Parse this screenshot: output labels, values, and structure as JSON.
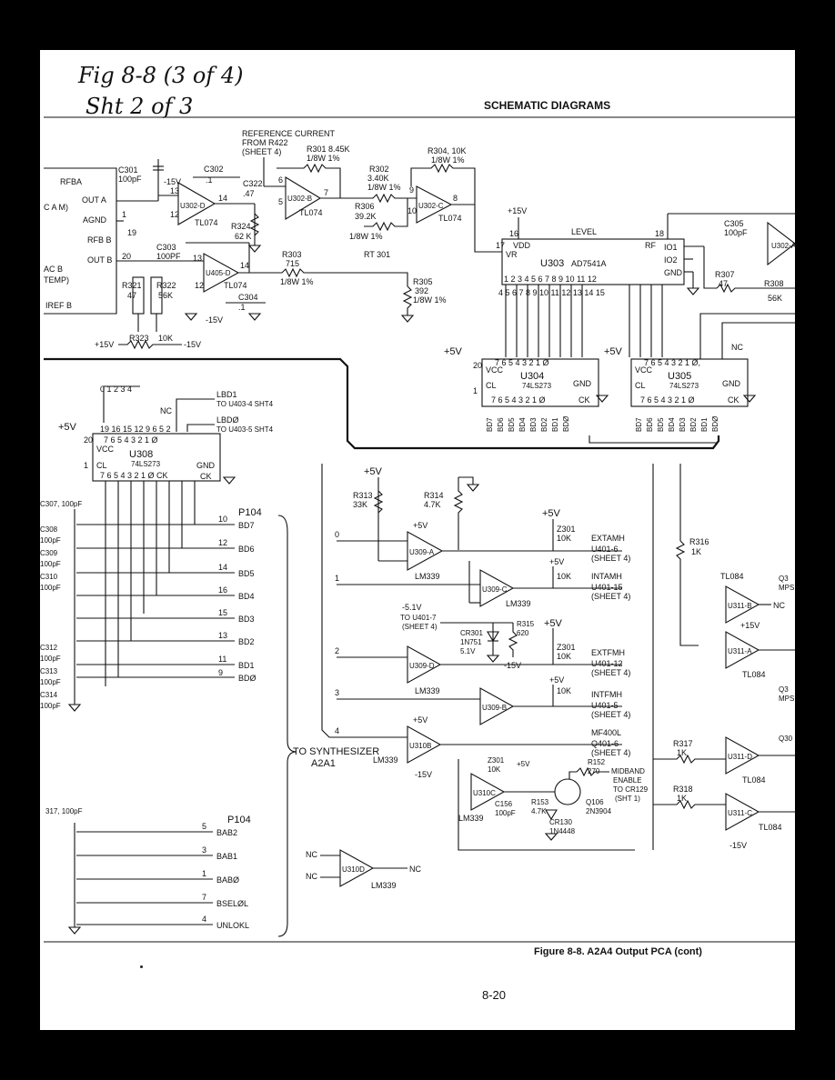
{
  "header": {
    "handwritten_line1": "Fig 8-8 (3 of 4)",
    "handwritten_line2": "Sht 2 of 3",
    "section_title": "SCHEMATIC DIAGRAMS"
  },
  "footer": {
    "figure_caption": "Figure 8-8. A2A4 Output PCA (cont)",
    "page_number": "8-20"
  },
  "schematic": {
    "reference_current": "REFERENCE CURRENT",
    "from_r422": "FROM R422",
    "sheet4": "(SHEET 4)",
    "u302d": "U302-D",
    "u302b": "U302-B",
    "u302c": "U302-C",
    "u405d": "U405-D",
    "tl074": "TL074",
    "c301": "C301",
    "c301v": "100pF",
    "c302": "C302",
    "c302v": ".1",
    "c303": "C303",
    "c303v": "100PF",
    "c304": "C304",
    "c304v": ".1",
    "c322": "C322",
    "c322v": ".47",
    "c305": "C305",
    "c305v": "100pF",
    "r301": "R301 8.45K",
    "r301w": "1/8W 1%",
    "r302": "R302",
    "r302v": "3.40K",
    "r302w": "1/8W 1%",
    "r304": "R304, 10K",
    "r304w": "1/8W 1%",
    "r303": "R303",
    "r303v": "715",
    "r303w": "1/8W 1%",
    "r306": "R306",
    "r306v": "39.2K",
    "r306w": "1/8W 1%",
    "rt301": "RT 301",
    "r305": "R305",
    "r305v": "392",
    "r305w": "1/8W 1%",
    "r324": "R324",
    "r324v": "62 K",
    "r321": "R321",
    "r321v": "47",
    "r322": "R322",
    "r322v": "56K",
    "r323": "R323",
    "r323v": "10K",
    "r307": "R307",
    "r307v": "47",
    "r308": "R308",
    "r308v": "56K",
    "plus15v": "+15V",
    "minus15v": "-15V",
    "plus5v": "+5V",
    "rfba": "RFBA",
    "outa": "OUT A",
    "agnd": "AGND",
    "rfbb": "RFB B",
    "outb": "OUT B",
    "irefb": "IREF B",
    "ica_m": "C A M)",
    "acb": "AC B",
    "temp": "TEMP)",
    "level": "LEVEL",
    "u303": "U303",
    "ad7541a": "AD7541A",
    "vdd": "VDD",
    "vr": "VR",
    "rf": "RF",
    "io1": "IO1",
    "io2": "IO2",
    "gnd": "GND",
    "vcc": "VCC",
    "cl": "CL",
    "ck": "CK",
    "u304": "U304",
    "u305": "U305",
    "u308": "U308",
    "ls273": "74LS273",
    "nc": "NC",
    "lbd1": "LBD1",
    "lbd1_to": "TO U403-4 SHT4",
    "lbd0": "LBDØ",
    "lbd0_to": "TO U403-5 SHT4",
    "p104": "P104",
    "bd_labels": [
      "BD7",
      "BD6",
      "BD5",
      "BD4",
      "BD3",
      "BD2",
      "BD1",
      "BDØ"
    ],
    "bd_pins": [
      "10",
      "12",
      "14",
      "16",
      "15",
      "13",
      "11",
      "9"
    ],
    "bus_labels": [
      "BD7",
      "BD6",
      "BD5",
      "BD4",
      "BD3",
      "BD2",
      "BD1",
      "BDØ"
    ],
    "cap_labels": [
      "C307, 100pF",
      "C308",
      "100pF",
      "C309",
      "100pF",
      "C310",
      "100pF",
      "C312",
      "100pF",
      "C313",
      "100pF",
      "C314",
      "100pF"
    ],
    "c317": "317, 100pF",
    "ba_labels": [
      "BAB2",
      "BAB1",
      "BABØ",
      "BSELØL",
      "UNLOKL"
    ],
    "ba_pins": [
      "5",
      "3",
      "1",
      "7",
      "4"
    ],
    "to_synth": "TO SYNTHESIZER",
    "a2a1": "A2A1",
    "r313": "R313",
    "r313v": "33K",
    "r314": "R314",
    "r314v": "4.7K",
    "lm339": "LM339",
    "u309a": "U309-A",
    "u309c": "U309-C",
    "u309d": "U309-D",
    "u309b": "U309-B",
    "u310b": "U310B",
    "u310c": "U310C",
    "u310d": "U310D",
    "z301": "Z301",
    "z301v": "10K",
    "extamh": "EXTAMH",
    "extamh_to": "U401-6",
    "intamh": "INTAMH",
    "intamh_to": "U401-15",
    "extfmh": "EXTFMH",
    "extfmh_to": "U401-12",
    "intfmh": "INTFMH",
    "intfmh_to": "U401-5",
    "mf400l": "MF400L",
    "mf400l_to": "Q401-6",
    "sheet4b": "(SHEET 4)",
    "minus51v": "-5.1V",
    "to_u4017": "TO U401-7",
    "cr301": "CR301",
    "cr301p": "1N751",
    "cr301v": "5.1V",
    "r315": "R315",
    "r315v": "620",
    "r152": "R152",
    "r152v": "270",
    "midband": "MIDBAND",
    "enable": "ENABLE",
    "to_cr129": "TO CR129",
    "sht1": "(SHT 1)",
    "q106": "Q106",
    "q106p": "2N3904",
    "cr130": "CR130",
    "cr130p": "1N4448",
    "c156": "C156",
    "c156v": "100pF",
    "r153": "R153",
    "r153v": "4.7K",
    "r316": "R316",
    "r316v": "1K",
    "r317": "R317",
    "r317v": "1K",
    "r318": "R318",
    "r318v": "1K",
    "tl084": "TL084",
    "u311a": "U311-A",
    "u311b": "U311-B",
    "u311c": "U311-C",
    "u311d": "U311-D",
    "q3": "Q3",
    "mps": "MPS",
    "q30": "Q30"
  }
}
